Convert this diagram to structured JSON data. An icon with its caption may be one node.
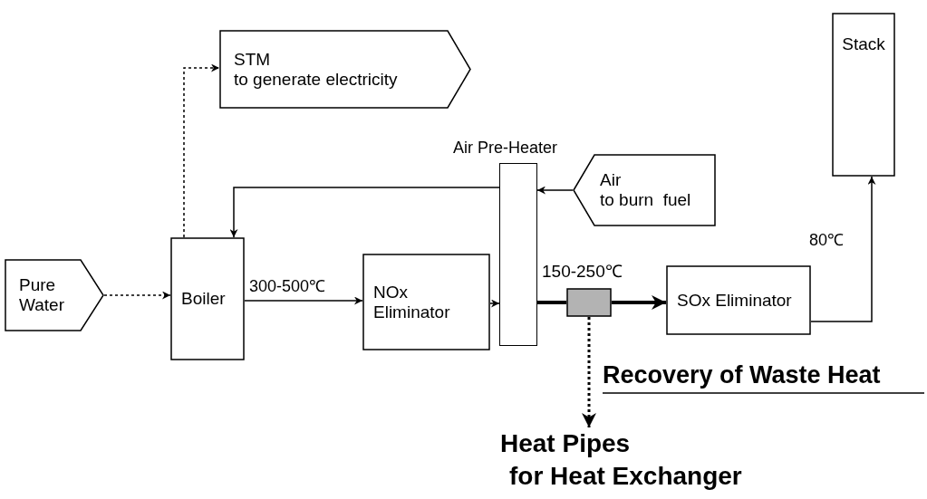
{
  "diagram": {
    "nodes": [
      {
        "text": [
          "Pure Water"
        ]
      },
      {
        "text": [
          "STM",
          "to generate electricity"
        ]
      },
      {
        "text": [
          "Boiler"
        ]
      },
      {
        "text": [
          "NOx Eliminator"
        ]
      },
      {
        "text": [
          "Air Pre-Heater"
        ]
      },
      {
        "text": [
          "Air",
          "to burn  fuel"
        ]
      },
      {
        "text": [],
        "shape": "box"
      },
      {
        "text": [
          "SOx Eliminator"
        ]
      },
      {
        "text": [
          "Stack"
        ]
      },
      {
        "text": [
          "Heat Pipes",
          "for Heat Exchanger"
        ]
      }
    ],
    "edges": [
      {
        "from": 0,
        "to": 2,
        "arrow": "to",
        "style": "dashed"
      },
      {
        "from": 2,
        "to": 1,
        "arrow": "to",
        "style": "dashed"
      },
      {
        "from": 4,
        "to": 2,
        "arrow": "to"
      },
      {
        "from": 5,
        "to": 4,
        "arrow": "to"
      },
      {
        "from": 2,
        "to": 3,
        "arrow": "to",
        "label": "300-500℃"
      },
      {
        "from": 3,
        "to": 4,
        "arrow": "to"
      },
      {
        "from": 4,
        "to": 6,
        "arrow": "none",
        "style": "thick"
      },
      {
        "from": 6,
        "to": 7,
        "arrow": "to",
        "style": "thick"
      },
      {
        "from": 6,
        "to": 9,
        "arrow": "to",
        "style": "dashed"
      },
      {
        "from": 7,
        "to": 8,
        "arrow": "to",
        "label": "80℃"
      }
    ],
    "labels": [
      "150-250℃",
      "Recovery of Waste Heat"
    ]
  }
}
